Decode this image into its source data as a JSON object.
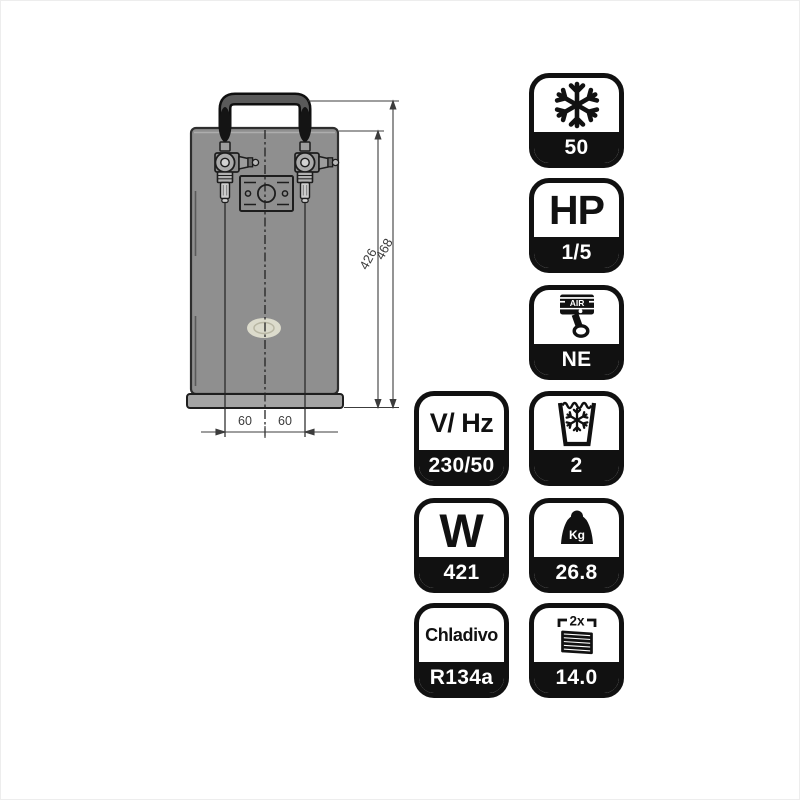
{
  "device_drawing": {
    "description": "front view of two-tap beverage cooler",
    "overall_height": "468",
    "body_height": "426",
    "tap_offset_left": "60",
    "tap_offset_right": "60"
  },
  "spec_badges": {
    "cooling": {
      "icon": "snowflake",
      "value": "50"
    },
    "horsepower": {
      "label": "HP",
      "value": "1/5"
    },
    "compressor": {
      "icon": "piston",
      "icon_label": "AIR",
      "value": "NE"
    },
    "voltage_frequency": {
      "label": "V/ Hz",
      "value": "230/50"
    },
    "cooled_taps": {
      "icon": "glass-snowflake",
      "value": "2"
    },
    "power_watts": {
      "label": "W",
      "value": "421"
    },
    "weight": {
      "icon": "weight",
      "icon_label": "Kg",
      "value": "26.8"
    },
    "refrigerant": {
      "label": "Chladivo",
      "value": "R134a"
    },
    "coils": {
      "icon": "coil",
      "icon_label": "2x",
      "value": "14.0"
    }
  },
  "colors": {
    "badge_frame": "#111111",
    "badge_value_text": "#ffffff",
    "device_body": "#8f8f8f",
    "device_base": "#a4a4a4",
    "dimension_line": "#3c3c3c"
  }
}
